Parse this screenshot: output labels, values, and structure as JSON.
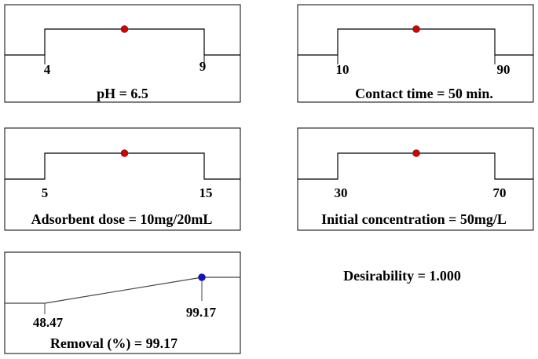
{
  "desirability_label": "Desirability = 1.000",
  "chart_data": [
    {
      "type": "line",
      "kind": "factor",
      "low_label": "4",
      "high_label": "9",
      "caption": "pH = 6.5",
      "range": [
        4,
        9
      ],
      "current": 6.5,
      "marker_color": "#d40000"
    },
    {
      "type": "line",
      "kind": "factor",
      "low_label": "10",
      "high_label": "90",
      "caption": "Contact time = 50 min.",
      "range": [
        10,
        90
      ],
      "current": 50,
      "marker_color": "#d40000"
    },
    {
      "type": "line",
      "kind": "factor",
      "low_label": "5",
      "high_label": "15",
      "caption": "Adsorbent dose = 10mg/20mL",
      "range": [
        5,
        15
      ],
      "current": 10,
      "marker_color": "#d40000"
    },
    {
      "type": "line",
      "kind": "factor",
      "low_label": "30",
      "high_label": "70",
      "caption": "Initial concentration = 50mg/L",
      "range": [
        30,
        70
      ],
      "current": 50,
      "marker_color": "#d40000"
    },
    {
      "type": "line",
      "kind": "response",
      "low_label": "48.47",
      "high_label": "99.17",
      "caption": "Removal (%) = 99.17",
      "range": [
        48.47,
        99.17
      ],
      "current": 99.17,
      "marker_color": "#1010c8"
    }
  ]
}
